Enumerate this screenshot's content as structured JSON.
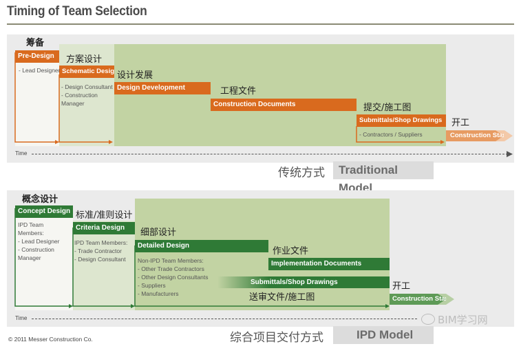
{
  "title": "Timing of Team Selection",
  "traditional": {
    "phases": [
      {
        "cn": "筹备",
        "en": "Pre-Design",
        "members": "- Lead Designer"
      },
      {
        "cn": "方案设计",
        "en": "Schematic Design",
        "members": "- Design Consultant\n- Construction\n  Manager"
      },
      {
        "cn": "设计发展",
        "en": "Design Development",
        "members": ""
      },
      {
        "cn": "工程文件",
        "en": "Construction Documents",
        "members": ""
      },
      {
        "cn": "提交/施工图",
        "en": "Submittals/Shop Drawings",
        "members": "- Contractors / Suppliers"
      },
      {
        "cn": "开工",
        "en": "Construction Start",
        "members": ""
      }
    ],
    "time_label": "Time",
    "model_cn": "传统方式",
    "model_en": "Traditional Model"
  },
  "ipd": {
    "phases": [
      {
        "cn": "概念设计",
        "en": "Concept Design",
        "members": "IPD Team\nMembers:\n- Lead Designer\n- Construction\n  Manager"
      },
      {
        "cn": "标准/准则设计",
        "en": "Criteria Design",
        "members": "IPD Team Members:\n- Trade Contractor\n- Design Consultant"
      },
      {
        "cn": "细部设计",
        "en": "Detailed Design",
        "members": "Non-IPD Team Members:\n- Other Trade Contractors\n- Other Design Consultants\n- Suppliers\n- Manufacturers"
      },
      {
        "cn": "作业文件",
        "en": "Implementation Documents",
        "members": ""
      },
      {
        "cn": "送审文件/施工图",
        "en": "Submittals/Shop Drawings",
        "members": ""
      },
      {
        "cn": "开工",
        "en": "Construction Start",
        "members": ""
      }
    ],
    "time_label": "Time",
    "model_cn": "综合项目交付方式",
    "model_en": "IPD Model"
  },
  "copyright": "© 2011 Messer Construction Co.",
  "watermark": "BIM学习网",
  "colors": {
    "orange": "#d96a1e",
    "green": "#2f7a36",
    "light_green": "#c2d3a3",
    "pale_green": "#dde6cf"
  }
}
